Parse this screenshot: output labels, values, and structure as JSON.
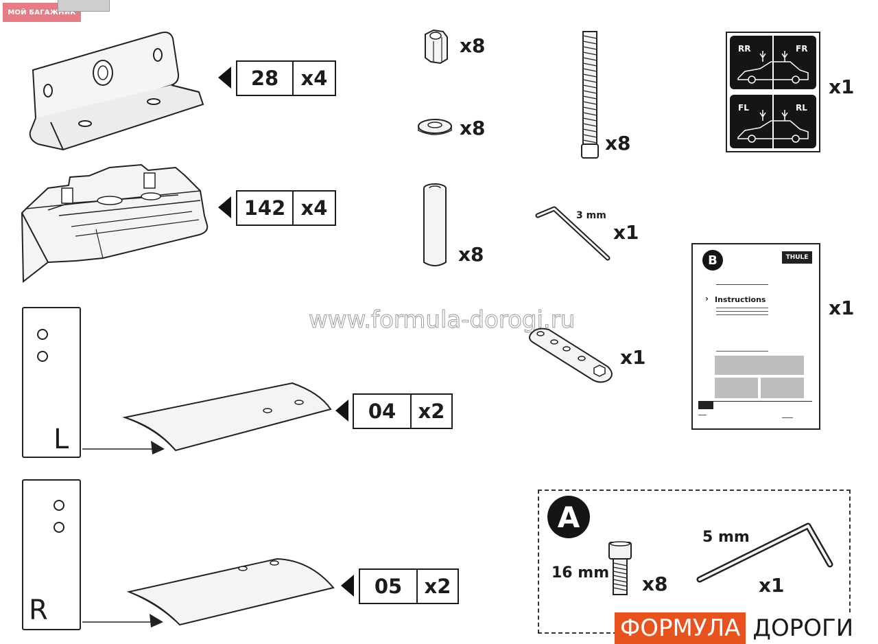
{
  "header_badge": "МОЙ БАГАЖНИК",
  "watermark": "www.formula-dorogi.ru",
  "brand": {
    "part1": "ФОРМУЛА",
    "part2": "ДОРОГИ",
    "color": "#e8521e"
  },
  "parts": {
    "bracket": {
      "code": "28",
      "qty": "x4"
    },
    "foot": {
      "code": "142",
      "qty": "x4"
    },
    "pad_left": {
      "code": "04",
      "qty": "x2",
      "side": "L"
    },
    "pad_right": {
      "code": "05",
      "qty": "x2",
      "side": "R"
    }
  },
  "hardware": {
    "nut_qty": "x8",
    "washer_qty": "x8",
    "spacer_qty": "x8",
    "long_bolt_qty": "x8",
    "hex_key_small": {
      "size": "3 mm",
      "qty": "x1"
    },
    "wrench_qty": "x1"
  },
  "sticker": {
    "qty": "x1",
    "labels": [
      "RR",
      "FR",
      "FL",
      "RL"
    ]
  },
  "manual": {
    "letter": "B",
    "brand_tag": "THULE",
    "title": "Instructions",
    "qty": "x1"
  },
  "kit_a": {
    "letter": "A",
    "bolt_size": "16 mm",
    "bolt_qty": "x8",
    "hex_key_size": "5 mm",
    "hex_key_qty": "x1"
  }
}
